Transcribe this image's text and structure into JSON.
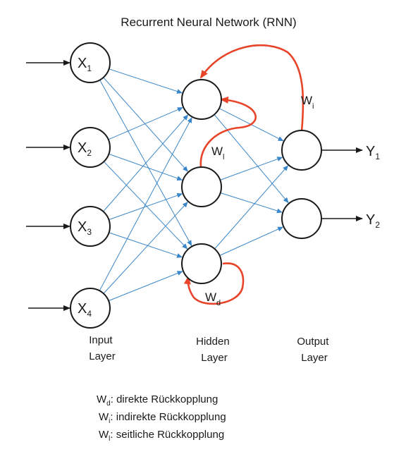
{
  "title": "Recurrent Neural Network (RNN)",
  "input_nodes": [
    {
      "main": "X",
      "sub": "1"
    },
    {
      "main": "X",
      "sub": "2"
    },
    {
      "main": "X",
      "sub": "3"
    },
    {
      "main": "X",
      "sub": "4"
    }
  ],
  "output_labels": [
    {
      "main": "Y",
      "sub": "1"
    },
    {
      "main": "Y",
      "sub": "2"
    }
  ],
  "layer_labels": {
    "input": [
      "Input",
      "Layer"
    ],
    "hidden": [
      "Hidden",
      "Layer"
    ],
    "output": [
      "Output",
      "Layer"
    ]
  },
  "weight_labels": {
    "indirect": {
      "main": "W",
      "sub": "i"
    },
    "lateral": {
      "main": "W",
      "sub": "l"
    },
    "direct": {
      "main": "W",
      "sub": "d"
    }
  },
  "legend": [
    {
      "main": "W",
      "sub": "d",
      "text": ": direkte Rückkopplung"
    },
    {
      "main": "W",
      "sub": "i",
      "text": ":  indirekte Rückkopplung"
    },
    {
      "main": "W",
      "sub": "l",
      "text": ":  seitliche Rückkopplung"
    }
  ],
  "colors": {
    "connection": "#3a86c8",
    "feedback": "#e8442a",
    "line": "#1a1a1a"
  }
}
